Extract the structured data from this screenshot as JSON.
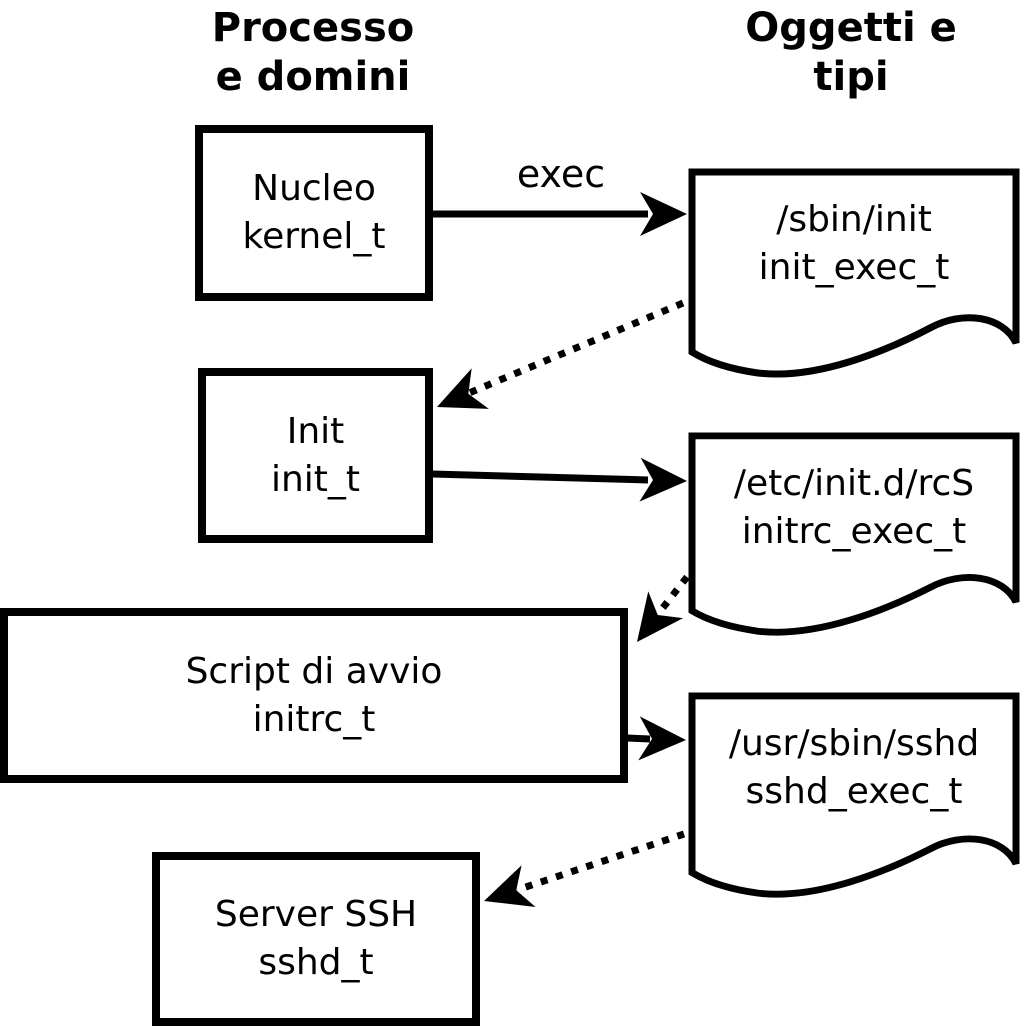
{
  "diagram": {
    "colors": {
      "background": "#ffffff",
      "stroke": "#000000",
      "text": "#000000"
    },
    "headers": {
      "left": "Processo\ne domini",
      "right": "Oggetti e\ntipi"
    },
    "exec_label": "exec",
    "process_boxes": [
      {
        "id": "kernel",
        "line1": "Nucleo",
        "line2": "kernel_t"
      },
      {
        "id": "init",
        "line1": "Init",
        "line2": "init_t"
      },
      {
        "id": "initrc",
        "line1": "Script di avvio",
        "line2": "initrc_t"
      },
      {
        "id": "sshd",
        "line1": "Server SSH",
        "line2": "sshd_t"
      }
    ],
    "documents": [
      {
        "id": "init-exec",
        "line1": "/sbin/init",
        "line2": "init_exec_t"
      },
      {
        "id": "initrc-exec",
        "line1": "/etc/init.d/rcS",
        "line2": "initrc_exec_t"
      },
      {
        "id": "sshd-exec",
        "line1": "/usr/sbin/sshd",
        "line2": "sshd_exec_t"
      }
    ],
    "arrows": [
      {
        "from": "kernel_t",
        "to": "init_exec_t",
        "style": "solid",
        "label": "exec"
      },
      {
        "from": "init_exec_t",
        "to": "init_t",
        "style": "dotted",
        "label": ""
      },
      {
        "from": "init_t",
        "to": "initrc_exec_t",
        "style": "solid",
        "label": ""
      },
      {
        "from": "initrc_exec_t",
        "to": "initrc_t",
        "style": "dotted",
        "label": ""
      },
      {
        "from": "initrc_t",
        "to": "sshd_exec_t",
        "style": "solid",
        "label": ""
      },
      {
        "from": "sshd_exec_t",
        "to": "sshd_t",
        "style": "dotted",
        "label": ""
      }
    ]
  }
}
